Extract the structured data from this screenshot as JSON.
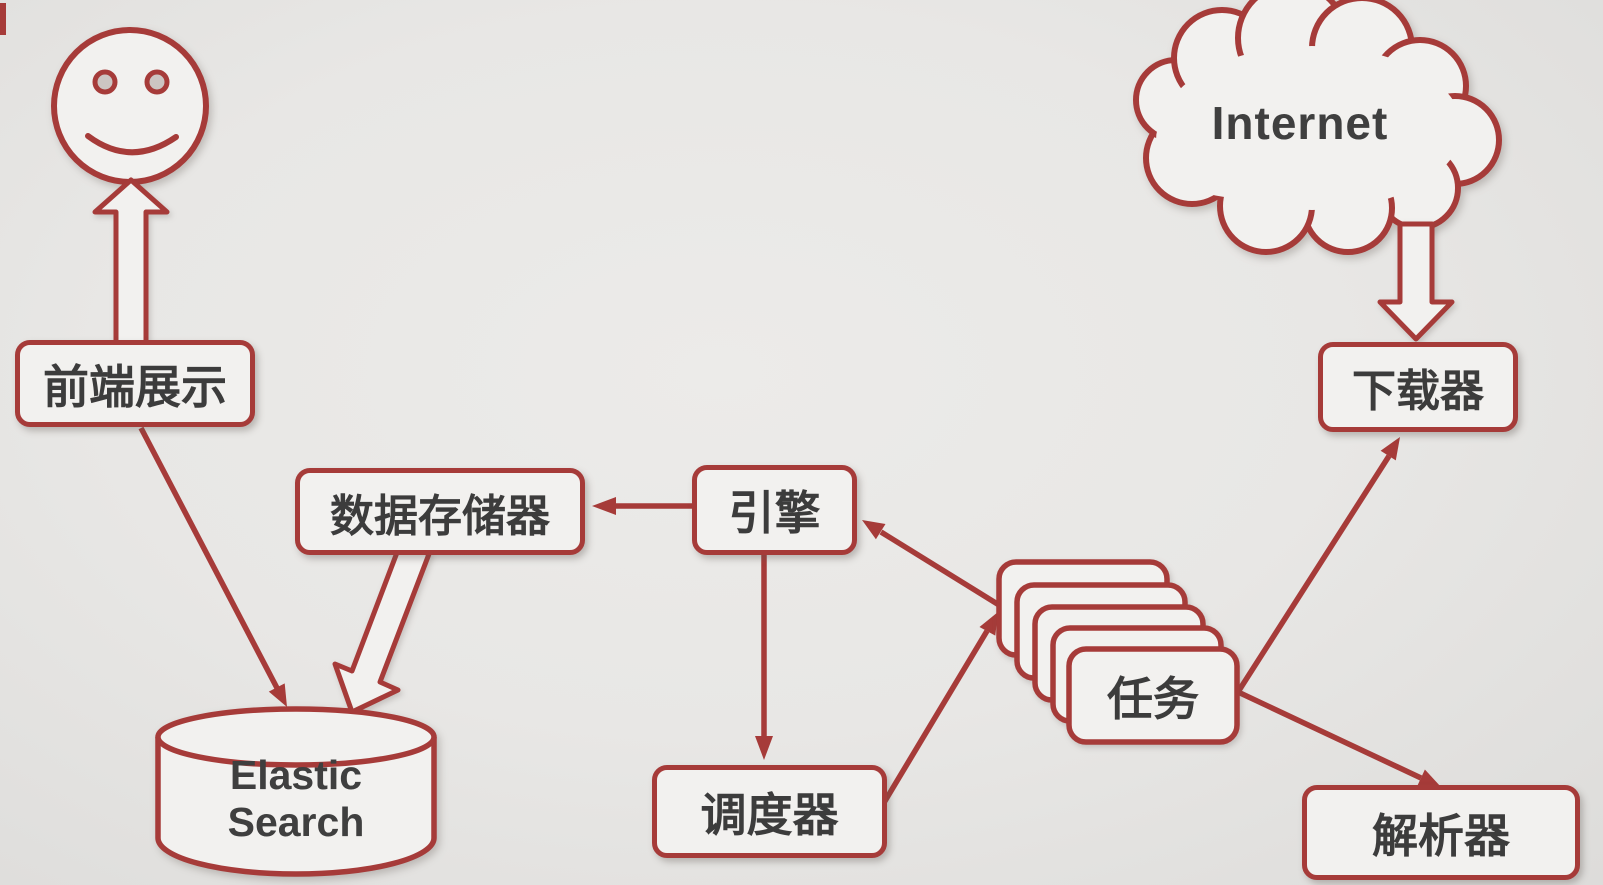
{
  "canvas": {
    "background": "#e8e7e5",
    "accent_red": "#a63b39",
    "text_color": "#3c3c3c",
    "node_fill": "#f2f1ef"
  },
  "nodes": {
    "user": {
      "shape": "smiley-face",
      "label": ""
    },
    "internet": {
      "shape": "cloud",
      "label": "Internet"
    },
    "frontend": {
      "shape": "rounded-box",
      "label": "前端展示"
    },
    "data_store": {
      "shape": "rounded-box",
      "label": "数据存储器"
    },
    "engine": {
      "shape": "rounded-box",
      "label": "引擎"
    },
    "scheduler": {
      "shape": "rounded-box",
      "label": "调度器"
    },
    "tasks": {
      "shape": "stacked-cards",
      "card_count": 5,
      "label": "任务"
    },
    "downloader": {
      "shape": "rounded-box",
      "label": "下载器"
    },
    "parser": {
      "shape": "rounded-box",
      "label": "解析器"
    },
    "elastic_search": {
      "shape": "cylinder",
      "label_line1": "Elastic",
      "label_line2": "Search"
    }
  },
  "edges": [
    {
      "from": "frontend",
      "to": "user",
      "style": "hollow-arrow"
    },
    {
      "from": "internet",
      "to": "downloader",
      "style": "hollow-arrow"
    },
    {
      "from": "data_store",
      "to": "elastic_search",
      "style": "hollow-arrow"
    },
    {
      "from": "frontend",
      "to": "elastic_search",
      "style": "line-arrow"
    },
    {
      "from": "engine",
      "to": "data_store",
      "style": "line-arrow"
    },
    {
      "from": "engine",
      "to": "scheduler",
      "style": "line-arrow"
    },
    {
      "from": "scheduler",
      "to": "tasks",
      "style": "line-arrow"
    },
    {
      "from": "tasks",
      "to": "engine",
      "style": "line-arrow"
    },
    {
      "from": "tasks",
      "to": "downloader",
      "style": "line-arrow"
    },
    {
      "from": "tasks",
      "to": "parser",
      "style": "line-arrow"
    }
  ]
}
